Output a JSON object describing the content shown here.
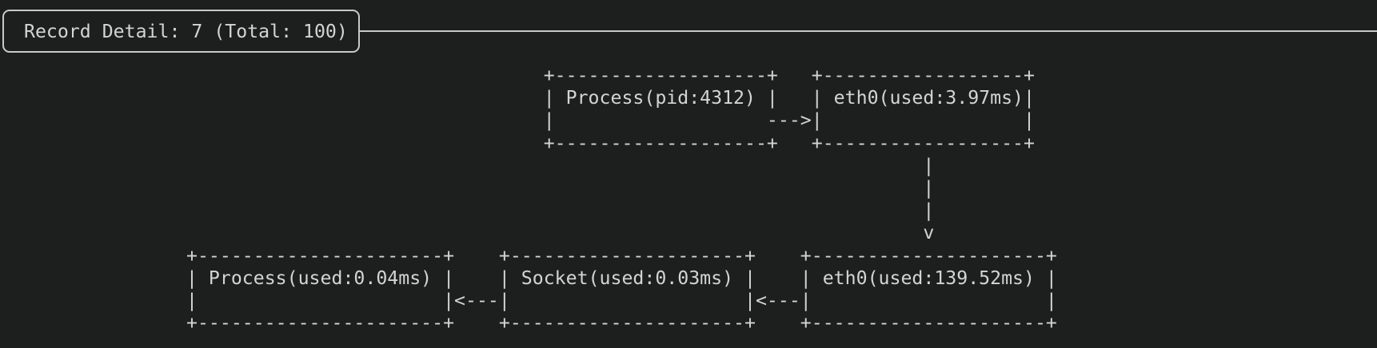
{
  "panel": {
    "title": "Record Detail: 7 (Total: 100)",
    "record_index": "7",
    "record_total": "100"
  },
  "diagram": {
    "nodes": [
      "Process(pid:4312)",
      "eth0(used:3.97ms)",
      "eth0(used:139.52ms)",
      "Socket(used:0.03ms)",
      "Process(used:0.04ms)"
    ],
    "edges": [
      {
        "from": "Process(pid:4312)",
        "to": "eth0(used:3.97ms)",
        "direction": "right"
      },
      {
        "from": "eth0(used:3.97ms)",
        "to": "eth0(used:139.52ms)",
        "direction": "down"
      },
      {
        "from": "eth0(used:139.52ms)",
        "to": "Socket(used:0.03ms)",
        "direction": "left"
      },
      {
        "from": "Socket(used:0.03ms)",
        "to": "Process(used:0.04ms)",
        "direction": "left"
      }
    ],
    "lines": [
      "                                +-------------------+   +------------------+",
      "                                | Process(pid:4312) |   | eth0(used:3.97ms)|",
      "                                |                   --->|                  |",
      "                                +-------------------+   +------------------+",
      "                                                                  |",
      "                                                                  |",
      "                                                                  |",
      "                                                                  v",
      "+----------------------+    +---------------------+    +---------------------+",
      "| Process(used:0.04ms) |    | Socket(used:0.03ms) |    | eth0(used:139.52ms) |",
      "|                      |<---|                     |<---|                     |",
      "+----------------------+    +---------------------+    +---------------------+"
    ]
  },
  "colors": {
    "background": "#1d1e1e",
    "foreground": "#d4d4d4",
    "border": "#c9c9c9"
  }
}
